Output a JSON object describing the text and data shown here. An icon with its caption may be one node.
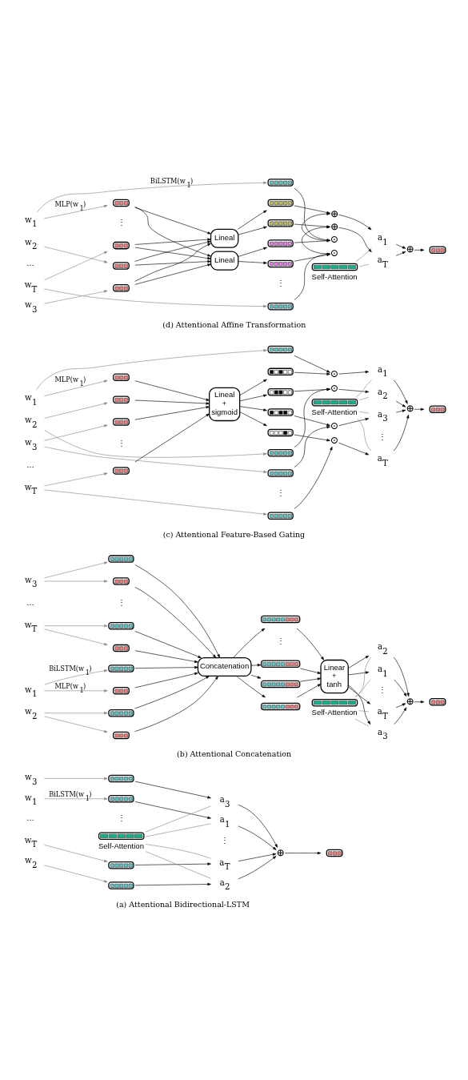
{
  "diagram": {
    "nodes": [
      {
        "text": [
          "w$_{1}$"
        ]
      },
      {
        "text": [
          "w$_{2}$"
        ]
      },
      {
        "text": [
          "w$_{3}$"
        ]
      },
      {
        "text": [
          "w$_{T}$"
        ]
      },
      {
        "text": [],
        "shape": "bar"
      },
      {
        "text": [],
        "shape": "bar"
      },
      {
        "text": [],
        "shape": "bar"
      },
      {
        "text": [],
        "shape": "bar"
      },
      {
        "text": [
          "a$_{1}$"
        ]
      },
      {
        "text": [
          "a$_{2}$"
        ]
      },
      {
        "text": [
          "a$_{3}$"
        ]
      },
      {
        "text": [
          "a$_{T}$"
        ]
      },
      {
        "text": [
          "⊕"
        ]
      },
      {
        "text": [],
        "shape": "bar"
      },
      {
        "text": [],
        "shape": "bar",
        "beside": [
          "Self-Attention"
        ]
      },
      {
        "text": [
          "w$_{1}$"
        ]
      },
      {
        "text": [
          "w$_{2}$"
        ]
      },
      {
        "text": [
          "w$_{3}$"
        ]
      },
      {
        "text": [
          "w$_{T}$"
        ]
      },
      {
        "text": [],
        "shape": "bar"
      },
      {
        "text": [],
        "shape": "bar"
      },
      {
        "text": [],
        "shape": "bar"
      },
      {
        "text": [],
        "shape": "bar"
      },
      {
        "text": [],
        "shape": "bar"
      },
      {
        "text": [],
        "shape": "bar"
      },
      {
        "text": [],
        "shape": "bar"
      },
      {
        "text": [],
        "shape": "bar"
      },
      {
        "text": [
          "Concatenation"
        ]
      },
      {
        "text": [],
        "shape": "bar"
      },
      {
        "text": [],
        "shape": "bar"
      },
      {
        "text": [],
        "shape": "bar"
      },
      {
        "text": [],
        "shape": "bar"
      },
      {
        "text": [
          "Linear + tanh"
        ]
      },
      {
        "text": [
          "a$_{1}$"
        ]
      },
      {
        "text": [
          "a$_{2}$"
        ]
      },
      {
        "text": [
          "a$_{3}$"
        ]
      },
      {
        "text": [
          "a$_{T}$"
        ]
      },
      {
        "text": [
          "⊕"
        ]
      },
      {
        "text": [],
        "shape": "bar"
      },
      {
        "text": [],
        "shape": "bar",
        "beside": [
          "Self-Attention"
        ]
      },
      {
        "text": [
          "w$_{1}$"
        ]
      },
      {
        "text": [
          "w$_{2}$"
        ]
      },
      {
        "text": [
          "w$_{3}$"
        ]
      },
      {
        "text": [
          "w$_{T}$"
        ]
      },
      {
        "text": [],
        "shape": "bar"
      },
      {
        "text": [],
        "shape": "bar"
      },
      {
        "text": [],
        "shape": "bar"
      },
      {
        "text": [],
        "shape": "bar"
      },
      {
        "text": [
          "Lineal + sigmoid"
        ]
      },
      {
        "text": [],
        "shape": "bar"
      },
      {
        "text": [],
        "shape": "bar"
      },
      {
        "text": [],
        "shape": "bar"
      },
      {
        "text": [],
        "shape": "bar"
      },
      {
        "text": [],
        "shape": "bar"
      },
      {
        "text": [],
        "shape": "bar"
      },
      {
        "text": [],
        "shape": "bar"
      },
      {
        "text": [],
        "shape": "bar"
      },
      {
        "text": [
          "⊙"
        ]
      },
      {
        "text": [
          "⊙"
        ]
      },
      {
        "text": [
          "⊙"
        ]
      },
      {
        "text": [
          "⊙"
        ]
      },
      {
        "text": [
          "a$_{1}$"
        ]
      },
      {
        "text": [
          "a$_{2}$"
        ]
      },
      {
        "text": [
          "a$_{3}$"
        ]
      },
      {
        "text": [
          "a$_{T}$"
        ]
      },
      {
        "text": [
          "⊕"
        ]
      },
      {
        "text": [],
        "shape": "bar"
      },
      {
        "text": [],
        "shape": "bar",
        "beside": [
          "Self-Attention"
        ]
      },
      {
        "text": [
          "w$_{1}$"
        ]
      },
      {
        "text": [
          "w$_{2}$"
        ]
      },
      {
        "text": [
          "w$_{3}$"
        ]
      },
      {
        "text": [
          "w$_{T}$"
        ]
      },
      {
        "text": [],
        "shape": "bar"
      },
      {
        "text": [],
        "shape": "bar"
      },
      {
        "text": [],
        "shape": "bar"
      },
      {
        "text": [],
        "shape": "bar"
      },
      {
        "text": [
          "Lineal"
        ]
      },
      {
        "text": [
          "Lineal"
        ]
      },
      {
        "text": [],
        "shape": "bar"
      },
      {
        "text": [],
        "shape": "bar"
      },
      {
        "text": [],
        "shape": "bar"
      },
      {
        "text": [],
        "shape": "bar"
      },
      {
        "text": [],
        "shape": "bar"
      },
      {
        "text": [],
        "shape": "bar"
      },
      {
        "text": [
          "⊙"
        ]
      },
      {
        "text": [
          "⊕"
        ]
      },
      {
        "text": [
          "⊙"
        ]
      },
      {
        "text": [
          "⊕"
        ]
      },
      {
        "text": [
          "a$_{1}$"
        ]
      },
      {
        "text": [
          "a$_{T}$"
        ]
      },
      {
        "text": [
          "⊕"
        ]
      },
      {
        "text": [],
        "shape": "bar"
      },
      {
        "text": [],
        "shape": "bar",
        "beside": [
          "Self-Attention"
        ]
      }
    ],
    "edges": [
      {
        "from": 0,
        "to": 4,
        "arrow": "to",
        "label": "BiLSTM(w$_{1}$)",
        "color": "#888888"
      },
      {
        "from": 1,
        "to": 5,
        "arrow": "to",
        "color": "#888888"
      },
      {
        "from": 2,
        "to": 6,
        "arrow": "to",
        "color": "#888888"
      },
      {
        "from": 3,
        "to": 7,
        "arrow": "to",
        "color": "#888888"
      },
      {
        "from": 4,
        "to": 8,
        "arrow": "to"
      },
      {
        "from": 5,
        "to": 9,
        "arrow": "to"
      },
      {
        "from": 6,
        "to": 10,
        "arrow": "to"
      },
      {
        "from": 7,
        "to": 11,
        "arrow": "to"
      },
      {
        "from": 14,
        "to": 8,
        "arrow": "none",
        "color": "#888888"
      },
      {
        "from": 14,
        "to": 9,
        "arrow": "none",
        "color": "#888888"
      },
      {
        "from": 14,
        "to": 10,
        "arrow": "none",
        "color": "#888888"
      },
      {
        "from": 14,
        "to": 11,
        "arrow": "none",
        "color": "#888888"
      },
      {
        "from": 8,
        "to": 12,
        "arrow": "to"
      },
      {
        "from": 9,
        "to": 12,
        "arrow": "to"
      },
      {
        "from": 10,
        "to": 12,
        "arrow": "to"
      },
      {
        "from": 11,
        "to": 12,
        "arrow": "to"
      },
      {
        "from": 12,
        "to": 13,
        "arrow": "to"
      },
      {
        "from": 15,
        "to": 19,
        "arrow": "to",
        "label": "BiLSTM(w$_{1}$)",
        "color": "#888888"
      },
      {
        "from": 15,
        "to": 20,
        "arrow": "to",
        "label": "MLP(w$_{1}$)",
        "color": "#888888"
      },
      {
        "from": 16,
        "to": 21,
        "arrow": "to",
        "color": "#888888"
      },
      {
        "from": 16,
        "to": 22,
        "arrow": "to",
        "color": "#888888"
      },
      {
        "from": 17,
        "to": 23,
        "arrow": "to",
        "color": "#888888"
      },
      {
        "from": 17,
        "to": 24,
        "arrow": "to",
        "color": "#888888"
      },
      {
        "from": 18,
        "to": 25,
        "arrow": "to",
        "color": "#888888"
      },
      {
        "from": 18,
        "to": 26,
        "arrow": "to",
        "color": "#888888"
      },
      {
        "from": 19,
        "to": 27,
        "arrow": "to"
      },
      {
        "from": 20,
        "to": 27,
        "arrow": "to"
      },
      {
        "from": 21,
        "to": 27,
        "arrow": "to"
      },
      {
        "from": 22,
        "to": 27,
        "arrow": "to"
      },
      {
        "from": 23,
        "to": 27,
        "arrow": "to"
      },
      {
        "from": 24,
        "to": 27,
        "arrow": "to"
      },
      {
        "from": 25,
        "to": 27,
        "arrow": "to"
      },
      {
        "from": 26,
        "to": 27,
        "arrow": "to"
      },
      {
        "from": 27,
        "to": 28,
        "arrow": "to"
      },
      {
        "from": 27,
        "to": 29,
        "arrow": "to"
      },
      {
        "from": 27,
        "to": 30,
        "arrow": "to"
      },
      {
        "from": 27,
        "to": 31,
        "arrow": "to"
      },
      {
        "from": 28,
        "to": 32,
        "arrow": "to"
      },
      {
        "from": 29,
        "to": 32,
        "arrow": "to"
      },
      {
        "from": 30,
        "to": 32,
        "arrow": "to"
      },
      {
        "from": 31,
        "to": 32,
        "arrow": "to"
      },
      {
        "from": 32,
        "to": 33,
        "arrow": "to"
      },
      {
        "from": 32,
        "to": 34,
        "arrow": "to"
      },
      {
        "from": 32,
        "to": 35,
        "arrow": "to"
      },
      {
        "from": 32,
        "to": 36,
        "arrow": "to"
      },
      {
        "from": 39,
        "to": 33,
        "arrow": "none",
        "color": "#888888"
      },
      {
        "from": 39,
        "to": 34,
        "arrow": "none",
        "color": "#888888"
      },
      {
        "from": 39,
        "to": 35,
        "arrow": "none",
        "color": "#888888"
      },
      {
        "from": 39,
        "to": 36,
        "arrow": "none",
        "color": "#888888"
      },
      {
        "from": 33,
        "to": 37,
        "arrow": "to"
      },
      {
        "from": 34,
        "to": 37,
        "arrow": "to"
      },
      {
        "from": 35,
        "to": 37,
        "arrow": "to"
      },
      {
        "from": 36,
        "to": 37,
        "arrow": "to"
      },
      {
        "from": 37,
        "to": 38,
        "arrow": "to"
      },
      {
        "from": 40,
        "to": 49,
        "arrow": "to",
        "color": "#888888"
      },
      {
        "from": 41,
        "to": 51,
        "arrow": "to",
        "color": "#888888"
      },
      {
        "from": 42,
        "to": 53,
        "arrow": "to",
        "color": "#888888"
      },
      {
        "from": 43,
        "to": 55,
        "arrow": "to",
        "color": "#888888"
      },
      {
        "from": 40,
        "to": 44,
        "arrow": "to",
        "label": "MLP(w$_{1}$)",
        "color": "#888888"
      },
      {
        "from": 41,
        "to": 45,
        "arrow": "to",
        "color": "#888888"
      },
      {
        "from": 42,
        "to": 46,
        "arrow": "to",
        "color": "#888888"
      },
      {
        "from": 43,
        "to": 47,
        "arrow": "to",
        "color": "#888888"
      },
      {
        "from": 44,
        "to": 48,
        "arrow": "to"
      },
      {
        "from": 45,
        "to": 48,
        "arrow": "to"
      },
      {
        "from": 46,
        "to": 48,
        "arrow": "to"
      },
      {
        "from": 47,
        "to": 48,
        "arrow": "to"
      },
      {
        "from": 48,
        "to": 50,
        "arrow": "to"
      },
      {
        "from": 48,
        "to": 52,
        "arrow": "to"
      },
      {
        "from": 48,
        "to": 54,
        "arrow": "to"
      },
      {
        "from": 48,
        "to": 56,
        "arrow": "to"
      },
      {
        "from": 49,
        "to": 57,
        "arrow": "to"
      },
      {
        "from": 50,
        "to": 57,
        "arrow": "to"
      },
      {
        "from": 51,
        "to": 58,
        "arrow": "to"
      },
      {
        "from": 52,
        "to": 58,
        "arrow": "to"
      },
      {
        "from": 53,
        "to": 59,
        "arrow": "to"
      },
      {
        "from": 54,
        "to": 59,
        "arrow": "to"
      },
      {
        "from": 55,
        "to": 60,
        "arrow": "to"
      },
      {
        "from": 56,
        "to": 60,
        "arrow": "to"
      },
      {
        "from": 57,
        "to": 61,
        "arrow": "to"
      },
      {
        "from": 58,
        "to": 62,
        "arrow": "to"
      },
      {
        "from": 59,
        "to": 63,
        "arrow": "to"
      },
      {
        "from": 60,
        "to": 64,
        "arrow": "to"
      },
      {
        "from": 67,
        "to": 61,
        "arrow": "none",
        "color": "#888888"
      },
      {
        "from": 67,
        "to": 62,
        "arrow": "none",
        "color": "#888888"
      },
      {
        "from": 67,
        "to": 63,
        "arrow": "none",
        "color": "#888888"
      },
      {
        "from": 67,
        "to": 64,
        "arrow": "none",
        "color": "#888888"
      },
      {
        "from": 61,
        "to": 65,
        "arrow": "to"
      },
      {
        "from": 62,
        "to": 65,
        "arrow": "to"
      },
      {
        "from": 63,
        "to": 65,
        "arrow": "to"
      },
      {
        "from": 64,
        "to": 65,
        "arrow": "to"
      },
      {
        "from": 65,
        "to": 66,
        "arrow": "to"
      },
      {
        "from": 68,
        "to": 78,
        "arrow": "to",
        "label": "BiLSTM(w$_{1}$)",
        "color": "#888888"
      },
      {
        "from": 71,
        "to": 81,
        "arrow": "to",
        "color": "#888888"
      },
      {
        "from": 68,
        "to": 72,
        "arrow": "to",
        "label": "MLP(w$_{1}$)",
        "color": "#888888"
      },
      {
        "from": 69,
        "to": 73,
        "arrow": "to",
        "color": "#888888"
      },
      {
        "from": 70,
        "to": 74,
        "arrow": "to",
        "color": "#888888"
      },
      {
        "from": 71,
        "to": 75,
        "arrow": "to",
        "color": "#888888"
      },
      {
        "from": 72,
        "to": 76,
        "arrow": "to"
      },
      {
        "from": 73,
        "to": 76,
        "arrow": "to"
      },
      {
        "from": 74,
        "to": 76,
        "arrow": "to"
      },
      {
        "from": 75,
        "to": 76,
        "arrow": "to"
      },
      {
        "from": 72,
        "to": 77,
        "arrow": "to"
      },
      {
        "from": 73,
        "to": 77,
        "arrow": "to"
      },
      {
        "from": 74,
        "to": 77,
        "arrow": "to"
      },
      {
        "from": 75,
        "to": 77,
        "arrow": "to"
      },
      {
        "from": 76,
        "to": 79,
        "arrow": "to"
      },
      {
        "from": 76,
        "to": 82,
        "arrow": "to"
      },
      {
        "from": 77,
        "to": 80,
        "arrow": "to"
      },
      {
        "from": 77,
        "to": 83,
        "arrow": "to"
      },
      {
        "from": 78,
        "to": 84,
        "arrow": "to"
      },
      {
        "from": 79,
        "to": 84,
        "arrow": "to"
      },
      {
        "from": 84,
        "to": 85,
        "arrow": "to"
      },
      {
        "from": 80,
        "to": 85,
        "arrow": "to"
      },
      {
        "from": 81,
        "to": 86,
        "arrow": "to"
      },
      {
        "from": 82,
        "to": 86,
        "arrow": "to"
      },
      {
        "from": 86,
        "to": 87,
        "arrow": "to"
      },
      {
        "from": 83,
        "to": 87,
        "arrow": "to"
      },
      {
        "from": 85,
        "to": 88,
        "arrow": "to"
      },
      {
        "from": 87,
        "to": 89,
        "arrow": "to"
      },
      {
        "from": 92,
        "to": 88,
        "arrow": "none",
        "color": "#888888"
      },
      {
        "from": 92,
        "to": 89,
        "arrow": "none",
        "color": "#888888"
      },
      {
        "from": 88,
        "to": 90,
        "arrow": "to"
      },
      {
        "from": 89,
        "to": 90,
        "arrow": "to"
      },
      {
        "from": 90,
        "to": 91,
        "arrow": "to"
      }
    ],
    "labels": [
      "…",
      "⋮",
      "⋮",
      "(a) Attentional Bidirectional-LSTM",
      "…",
      "⋮",
      "⋮",
      "⋮",
      "(b) Attentional Concatenation",
      "…",
      "⋮",
      "⋮",
      "⋮",
      "(c) Attentional Feature-Based Gating",
      "…",
      "⋮",
      "⋮",
      "(d) Attentional Affine Transformation"
    ]
  }
}
